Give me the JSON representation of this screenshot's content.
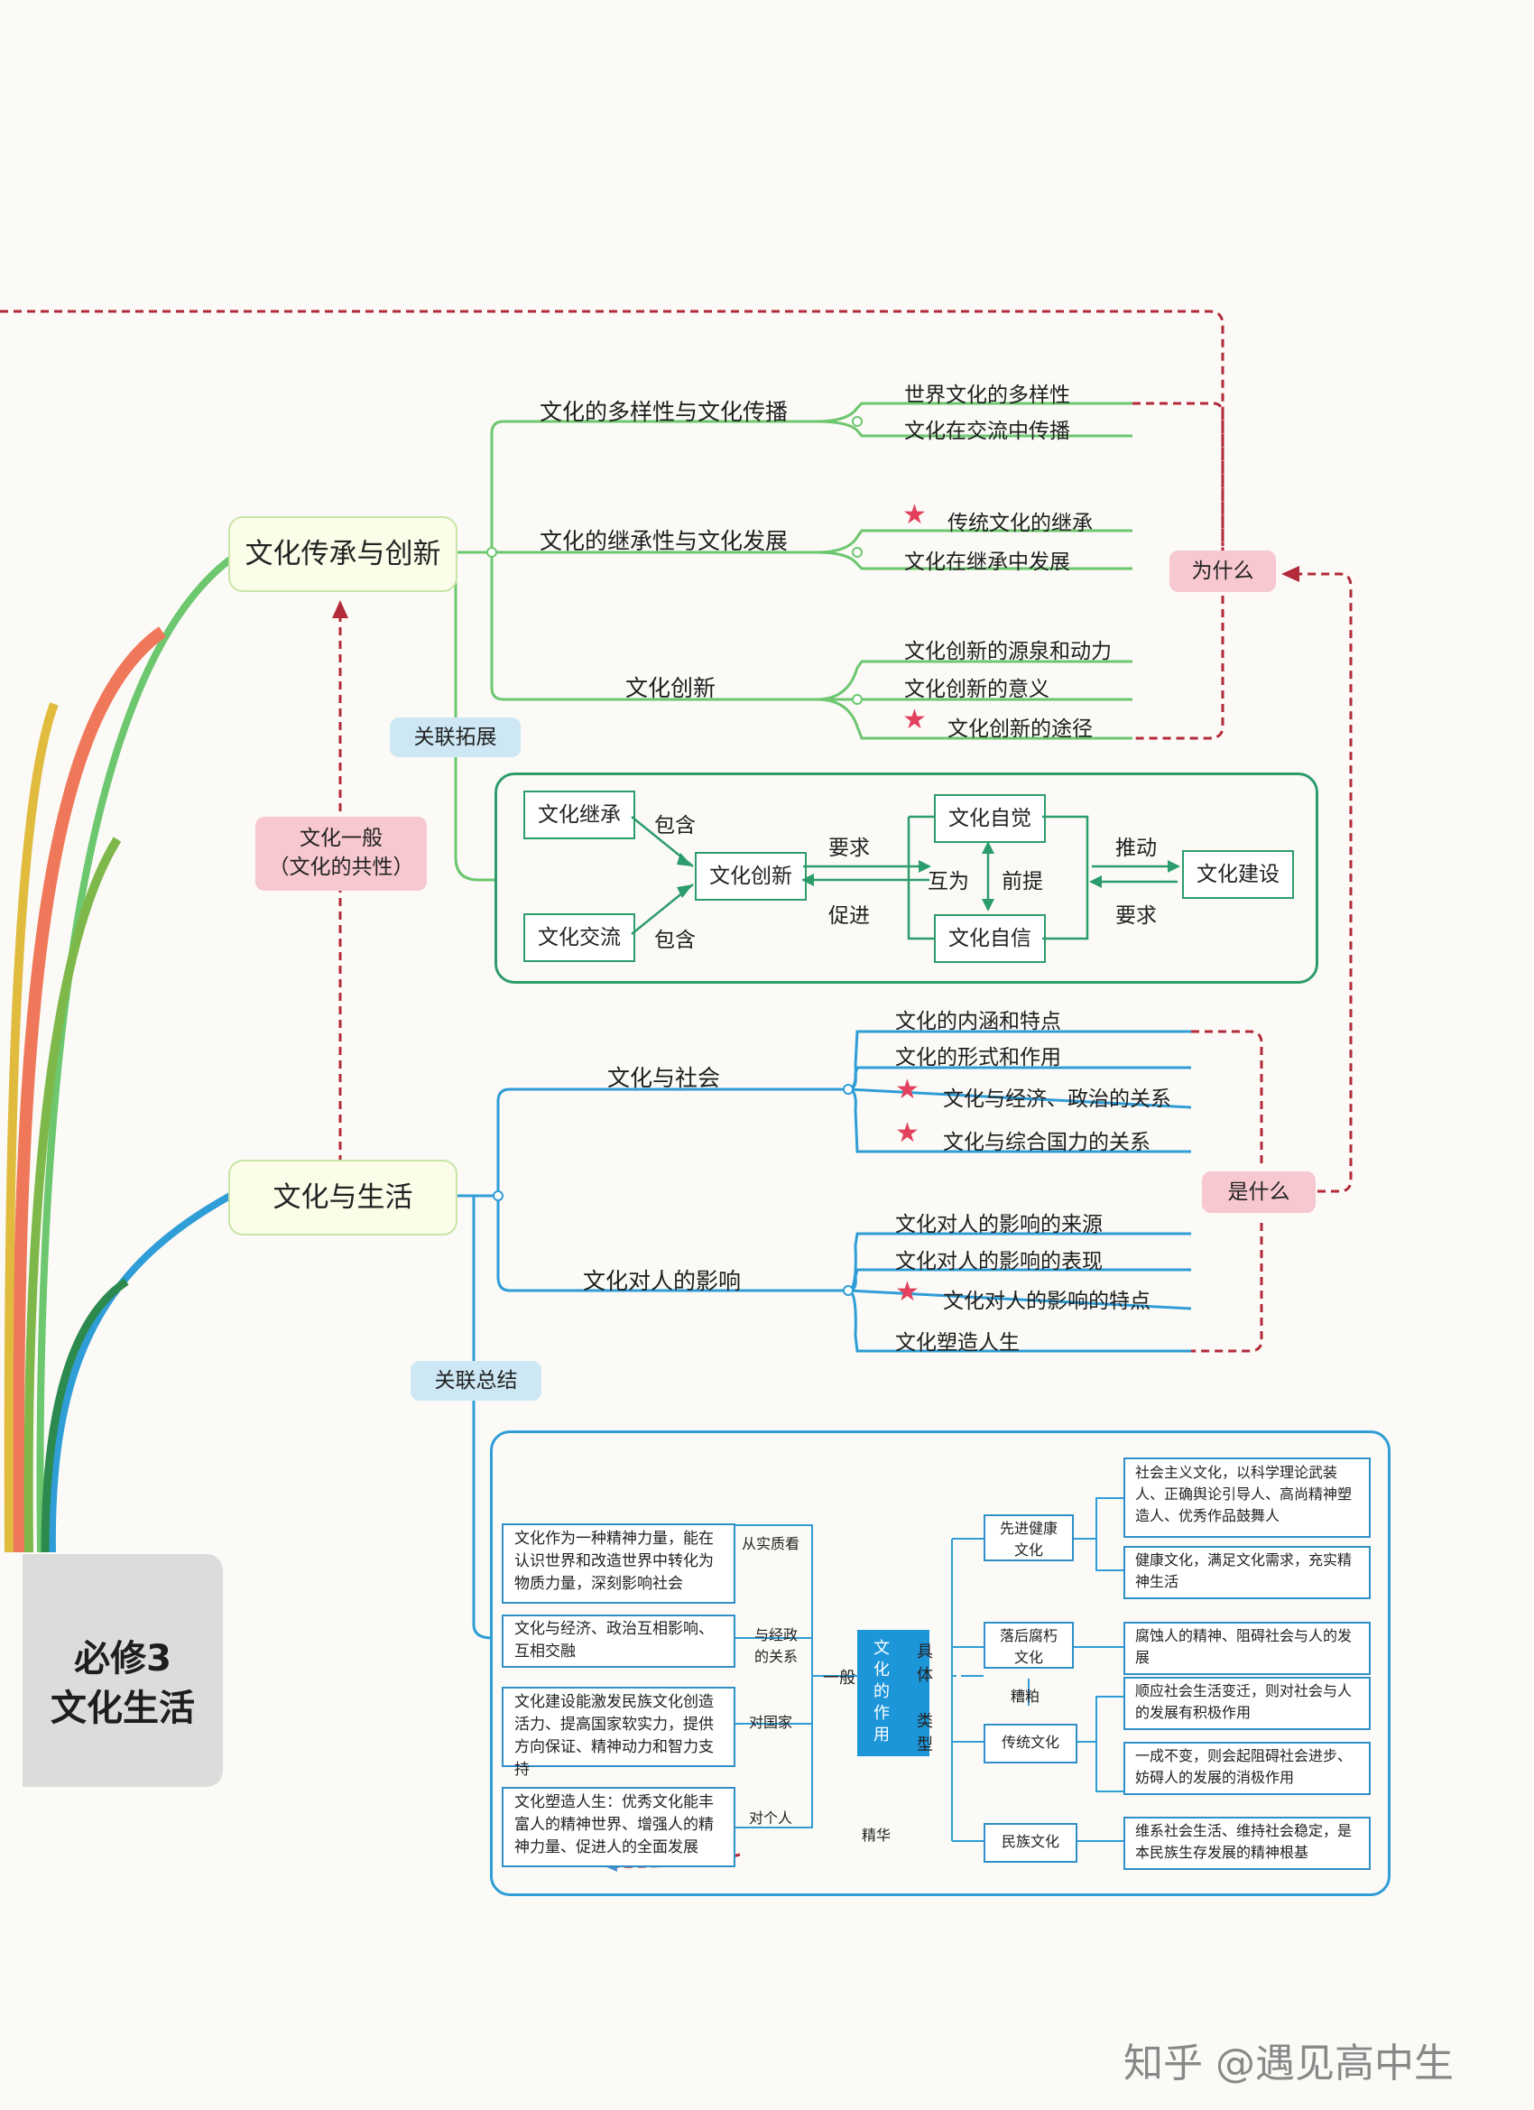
{
  "colors": {
    "green": "#6cc76e",
    "blue": "#2f9dd6",
    "red_dash": "#b32a3a",
    "teal": "#2d9c6b",
    "pink_tag": "#f7c8cf",
    "blue_tag": "#cde8f4",
    "accent_blue": "#1d95d9"
  },
  "cover": {
    "line1": "必修3",
    "line2": "文化生活"
  },
  "upper": {
    "root": "文化传承与创新",
    "branches": [
      {
        "label": "文化的多样性与文化传播",
        "leaves": [
          "世界文化的多样性",
          "文化在交流中传播"
        ]
      },
      {
        "label": "文化的继承性与文化发展",
        "leaves": [
          "传统文化的继承",
          "文化在继承中发展"
        ]
      },
      {
        "label": "文化创新",
        "leaves": [
          "文化创新的源泉和动力",
          "文化创新的意义",
          "文化创新的途径"
        ]
      }
    ],
    "why": "为什么"
  },
  "tags": {
    "related_expand": "关联拓展",
    "common_1": "文化一般",
    "common_2": "（文化的共性）",
    "related_summary": "关联总结"
  },
  "expand": {
    "inherit": "文化继承",
    "exchange": "文化交流",
    "contain": "包含",
    "innovation": "文化创新",
    "require": "要求",
    "promote": "促进",
    "self_aware": "文化自觉",
    "self_confident": "文化自信",
    "mutual": "互为",
    "premise": "前提",
    "drive": "推动",
    "build": "文化建设"
  },
  "lower": {
    "root": "文化与生活",
    "branches": [
      {
        "label": "文化与社会",
        "leaves": [
          "文化的内涵和特点",
          "文化的形式和作用",
          "文化与经济、政治的关系",
          "文化与综合国力的关系"
        ]
      },
      {
        "label": "文化对人的影响",
        "leaves": [
          "文化对人的影响的来源",
          "文化对人的影响的表现",
          "文化对人的影响的特点",
          "文化塑造人生"
        ]
      }
    ],
    "what": "是什么"
  },
  "summary": {
    "left_boxes": [
      "文化作为一种精神力量，能在认识世界和改造世界中转化为物质力量，深刻影响社会",
      "文化与经济、政治互相影响、互相交融",
      "文化建设能激发民族文化创造活力、提高国家软实力，提供方向保证、精神动力和智力支持",
      "文化塑造人生：优秀文化能丰富人的精神世界、增强人的精神力量、促进人的全面发展"
    ],
    "left_labels": [
      "从实质看",
      "与经政的关系",
      "对国家",
      "对个人"
    ],
    "general": "一般",
    "center": "文化的作用",
    "specific": "具体",
    "types": "类型",
    "essence": "精华",
    "dross": "糟粕",
    "type_nodes": [
      "先进健康文化",
      "落后腐朽文化",
      "传统文化",
      "民族文化"
    ],
    "right_boxes": [
      "社会主义文化，以科学理论武装人、正确舆论引导人、高尚精神塑造人、优秀作品鼓舞人",
      "健康文化，满足文化需求，充实精神生活",
      "腐蚀人的精神、阻碍社会与人的发展",
      "顺应社会生活变迁，则对社会与人的发展有积极作用",
      "一成不变，则会起阻碍社会进步、妨碍人的发展的消极作用",
      "维系社会生活、维持社会稳定，是本民族生存发展的精神根基"
    ]
  },
  "watermark": "知乎 @遇见高中生"
}
